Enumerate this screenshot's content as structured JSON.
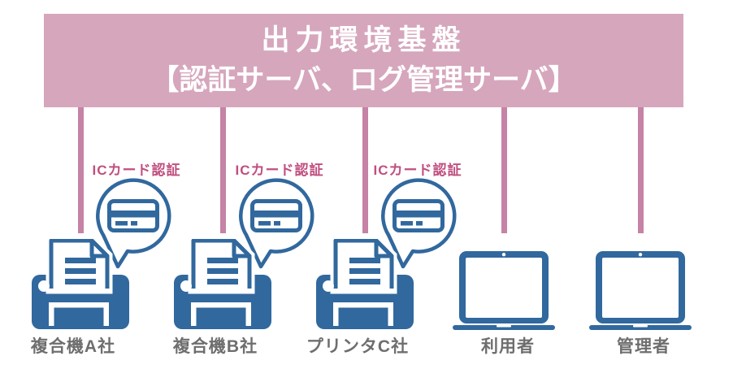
{
  "header": {
    "title_line1": "出力環境基盤",
    "title_line2": "【認証サーバ、ログ管理サーバ】"
  },
  "colors": {
    "header_bg": "#d6a6bc",
    "connector": "#c583a5",
    "accent_pink": "#c04f7f",
    "icon_blue": "#31689e",
    "label_gray": "#6e6e6e"
  },
  "columns": [
    {
      "label": "複合機A社",
      "badge": "ICカード認証",
      "device": "printer"
    },
    {
      "label": "複合機B社",
      "badge": "ICカード認証",
      "device": "printer"
    },
    {
      "label": "プリンタC社",
      "badge": "ICカード認証",
      "device": "printer"
    },
    {
      "label": "利用者",
      "badge": "",
      "device": "laptop"
    },
    {
      "label": "管理者",
      "badge": "",
      "device": "laptop"
    }
  ]
}
